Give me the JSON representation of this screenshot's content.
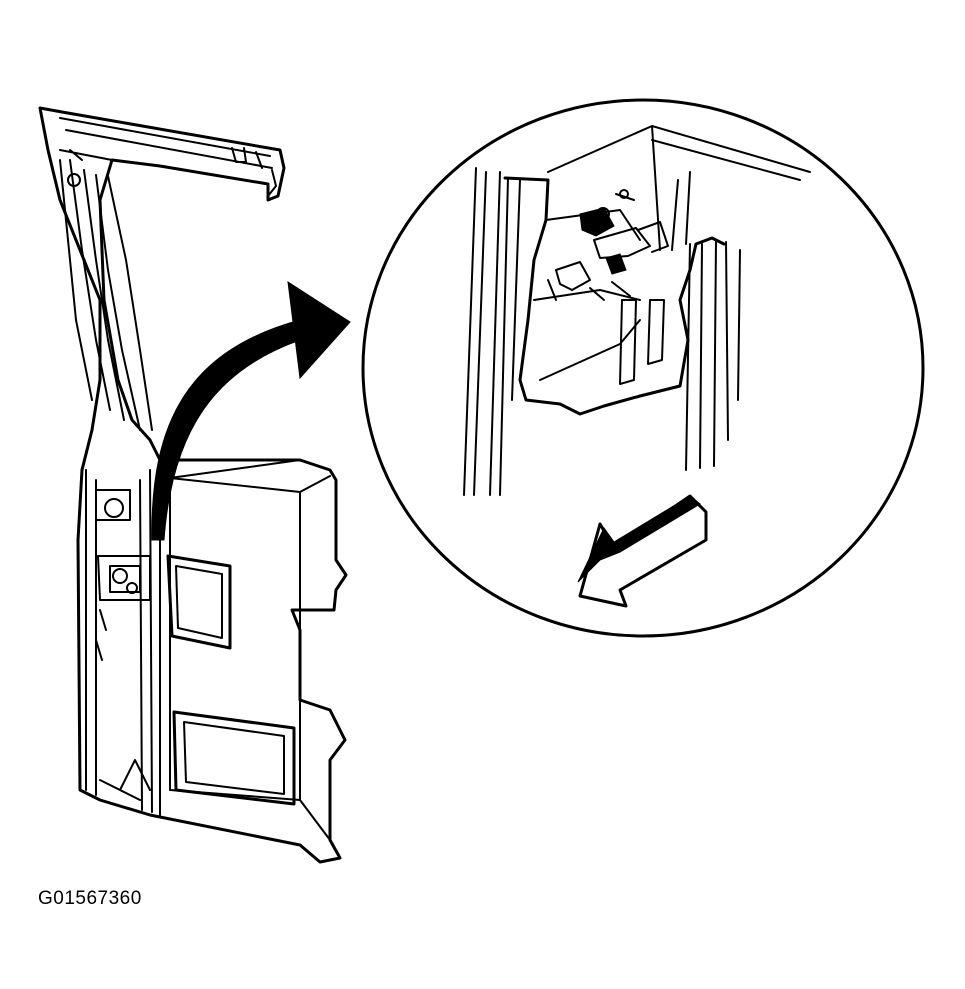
{
  "figure": {
    "id_label": "G01567360"
  },
  "colors": {
    "ink": "#000000",
    "paper": "#ffffff"
  },
  "parts": [
    {
      "name": "door-frame",
      "kind": "line-drawing"
    },
    {
      "name": "detail-callout-circle",
      "kind": "magnified-detail"
    },
    {
      "name": "callout-arrow",
      "kind": "curved-arrow"
    },
    {
      "name": "direction-arrow",
      "kind": "block-arrow"
    }
  ]
}
